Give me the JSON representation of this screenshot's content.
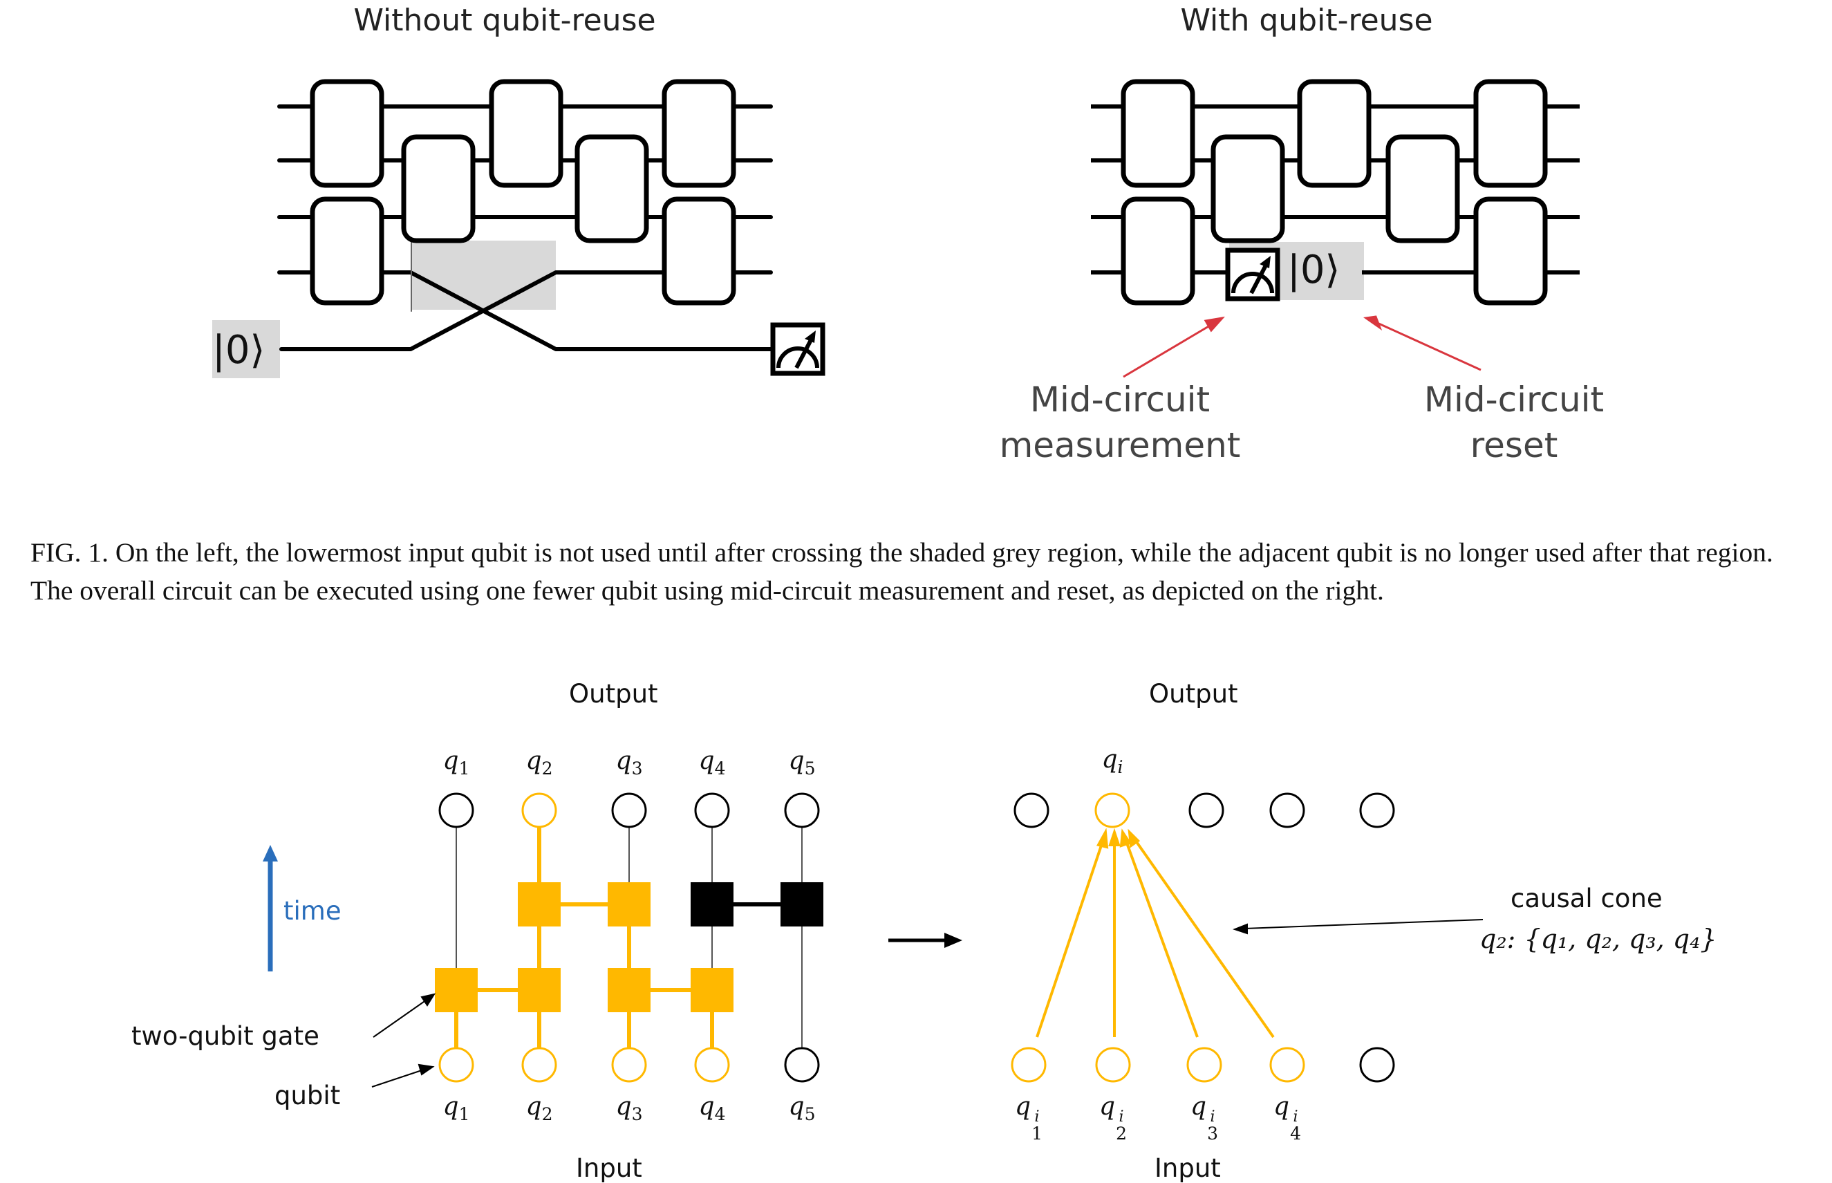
{
  "fig1": {
    "left_title": "Without qubit-reuse",
    "right_title": "With qubit-reuse",
    "ket_zero": "|0⟩",
    "mid_measure_line1": "Mid-circuit",
    "mid_measure_line2": "measurement",
    "mid_reset_line1": "Mid-circuit",
    "mid_reset_line2": "reset",
    "caption": "FIG. 1. On the left, the lowermost input qubit is not used until after crossing the shaded grey region, while the adjacent qubit is no longer used after that region. The overall circuit can be executed using one fewer qubit using mid-circuit measurement and reset, as depicted on the right."
  },
  "fig2": {
    "output_label": "Output",
    "input_label": "Input",
    "time_label": "time",
    "two_qubit_gate_label": "two-qubit gate",
    "qubit_label": "qubit",
    "q_symbol": "q",
    "top_qubits": [
      "1",
      "2",
      "3",
      "4",
      "5"
    ],
    "bottom_qubits": [
      "1",
      "2",
      "3",
      "4",
      "5"
    ],
    "right_output_symbol": "q",
    "right_output_sub": "i",
    "right_input_sup": "i",
    "right_input_subs": [
      "1",
      "2",
      "3",
      "4"
    ],
    "causal_cone_label": "causal cone",
    "causal_cone_formula": "q₂: {q₁, q₂, q₃, q₄}",
    "highlight_color": "#FFB800",
    "gate_black_color": "#000000",
    "time_arrow_color": "#2a6ebb",
    "pointer_arrow_color": "#d9363e",
    "shade_color": "#d9d9d9"
  }
}
